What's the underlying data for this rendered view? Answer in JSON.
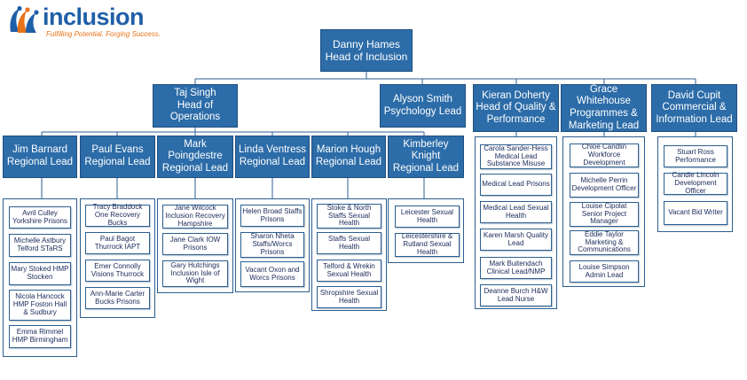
{
  "logo": {
    "wordmark": "inclusion",
    "tagline": "Fulfilling Potential. Forging Success.",
    "icon": "figures-logo-icon"
  },
  "colors": {
    "box_fill": "#2c6ca8",
    "box_text": "#ffffff",
    "lines": "#2c5f90",
    "logo_blue": "#1f5fa8",
    "logo_orange": "#e8731a"
  },
  "top": {
    "name": "Danny Hames",
    "title": "Head of  Inclusion"
  },
  "second_level": [
    {
      "name": "Taj Singh",
      "title": "Head of  Operations"
    },
    {
      "name": "Alyson Smith",
      "title": "Psychology Lead"
    },
    {
      "name": "Kieran Doherty",
      "title": "Head of Quality &",
      "title2": "Performance"
    },
    {
      "name": "Grace Whitehouse",
      "title": "Programmes &",
      "title2": "Marketing Lead"
    },
    {
      "name": "David  Cupit",
      "title": "Commercial &",
      "title2": "Information Lead"
    }
  ],
  "regional_leads": [
    {
      "name": "Jim Barnard",
      "title": "Regional Lead",
      "staff": [
        [
          "Avril Culley",
          "Yorkshire Prisons"
        ],
        [
          "Michelle Astbury",
          "Telford STaRS"
        ],
        [
          "Mary Stoked",
          "HMP Stocken"
        ],
        [
          "Nicola Hancock",
          "HMP Foston Hall &",
          "Sudbury"
        ],
        [
          "Emma Rimmel",
          "HMP Birmingham"
        ]
      ]
    },
    {
      "name": "Paul Evans",
      "title": "Regional Lead",
      "staff": [
        [
          "Tracy Braddock",
          "One Recovery Bucks"
        ],
        [
          "Paul Bagot",
          "Thurrock IAPT"
        ],
        [
          "Emer Connolly",
          "Visions Thurrock"
        ],
        [
          "Ann-Marie Carter",
          "Bucks Prisons"
        ]
      ]
    },
    {
      "name": "Mark Poingdestre",
      "title": "Regional Lead",
      "staff": [
        [
          "Jane Wilcock",
          "Inclusion Recovery",
          "Hampshire"
        ],
        [
          "Jane Clark",
          "IOW Prisons"
        ],
        [
          "Gary Hutchings",
          "Inclusion Isle of",
          "Wight"
        ]
      ]
    },
    {
      "name": "Linda Ventress",
      "title": "Regional Lead",
      "staff": [
        [
          "Helen Broad",
          "Staffs Prisons"
        ],
        [
          "Sharon Nheta",
          "Staffs/Worcs",
          "Prisons"
        ],
        [
          "Vacant",
          "Oxon and Worcs",
          "Prisons"
        ]
      ]
    },
    {
      "name": "Marion Hough",
      "title": "Regional Lead",
      "staff": [
        [
          "Stoke & North",
          "Staffs  Sexual",
          "Health"
        ],
        [
          "Staffs Sexual Health"
        ],
        [
          "Telford & Wrekin",
          "Sexual Health"
        ],
        [
          "Shropshire Sexual",
          "Health"
        ]
      ]
    },
    {
      "name": "Kimberley Knight",
      "title": "Regional Lead",
      "staff": [
        [
          "Leicester",
          "Sexual Health"
        ],
        [
          "Leicestershire &",
          "Rutland Sexual",
          "Health"
        ]
      ]
    }
  ],
  "quality_staff": [
    [
      "Carola Sander-Hess",
      "Medical Lead",
      "Substance Misuse"
    ],
    [
      "Medical Lead",
      "Prisons"
    ],
    [
      "Medical Lead",
      "Sexual Health"
    ],
    [
      "Karen Marsh",
      "Quality Lead"
    ],
    [
      "Mark Buitendach",
      "Clinical Lead/NMP"
    ],
    [
      "Deanne Burch",
      "H&W Lead Nurse"
    ]
  ],
  "programmes_staff": [
    [
      "Chloe Candlin",
      "Workforce",
      "Development"
    ],
    [
      "Michelle Perrin",
      "Development",
      "Officer"
    ],
    [
      "Louise Cipolat",
      "Senior Project",
      "Manager"
    ],
    [
      "Eddie Taylor",
      "Marketing &",
      "Communications"
    ],
    [
      "Louise Simpson",
      "Admin Lead"
    ]
  ],
  "commercial_staff": [
    [
      "Stuart Ross",
      "Performance"
    ],
    [
      "Candie Lincoln",
      "Development Officer"
    ],
    [
      "Vacant",
      "Bid Writer"
    ]
  ]
}
